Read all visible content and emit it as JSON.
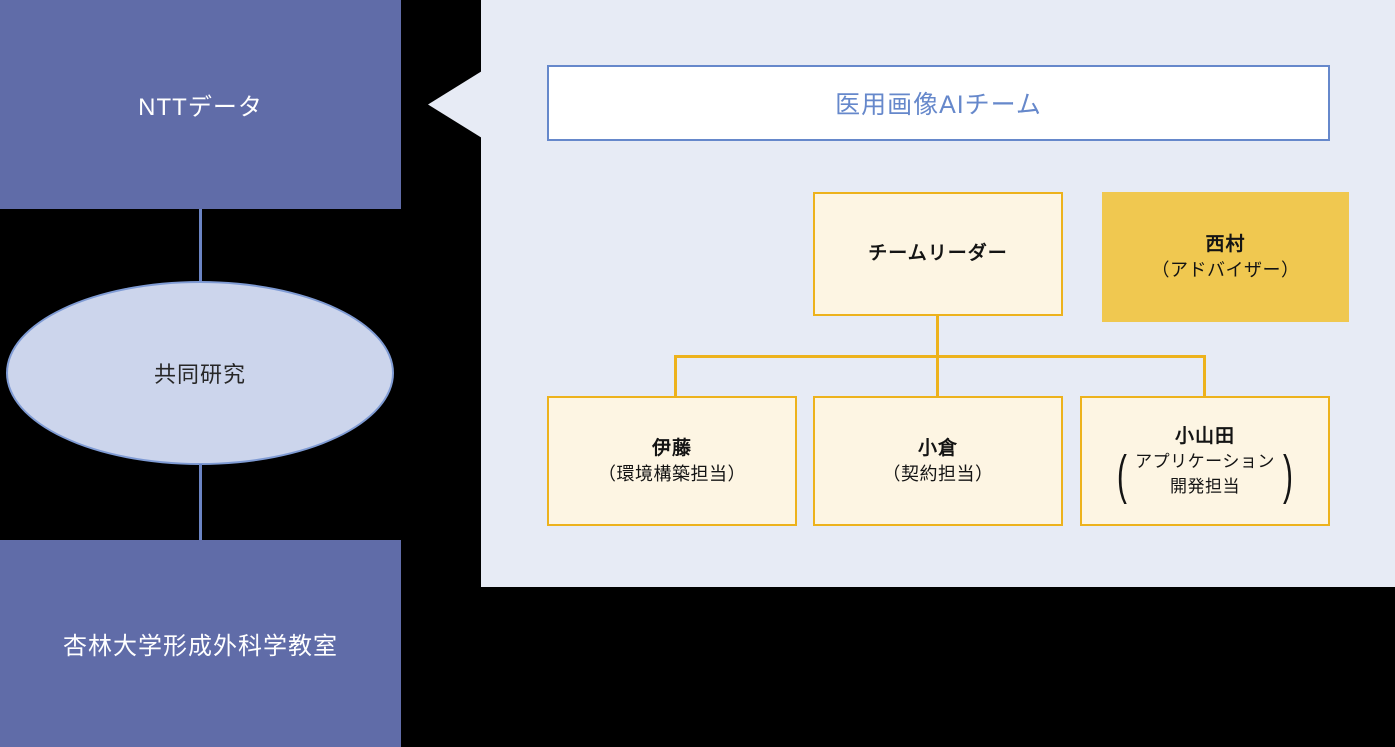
{
  "left_column": {
    "top_org": "NTTデータ",
    "relation_ellipse": "共同研究",
    "bottom_org": "杏林大学形成外科学教室"
  },
  "team_panel": {
    "title": "医用画像AIチーム",
    "leader": {
      "name": "チームリーダー"
    },
    "advisor": {
      "name": "西村",
      "role": "（アドバイザー）"
    },
    "members": [
      {
        "name": "伊藤",
        "role": "（環境構築担当）"
      },
      {
        "name": "小倉",
        "role": "（契約担当）"
      },
      {
        "name": "小山田",
        "role_line1": "アプリケーション",
        "role_line2": "開発担当",
        "paren_open": "(",
        "paren_close": ")"
      }
    ]
  },
  "colors": {
    "org_box": "#606ca8",
    "ellipse_fill": "#ccd5ec",
    "ellipse_border": "#7f9bd4",
    "panel_bg": "#e7ebf5",
    "title_text": "#6688cb",
    "node_fill": "#fdf5e3",
    "node_border": "#edb21c",
    "advisor_fill": "#f0c850"
  }
}
